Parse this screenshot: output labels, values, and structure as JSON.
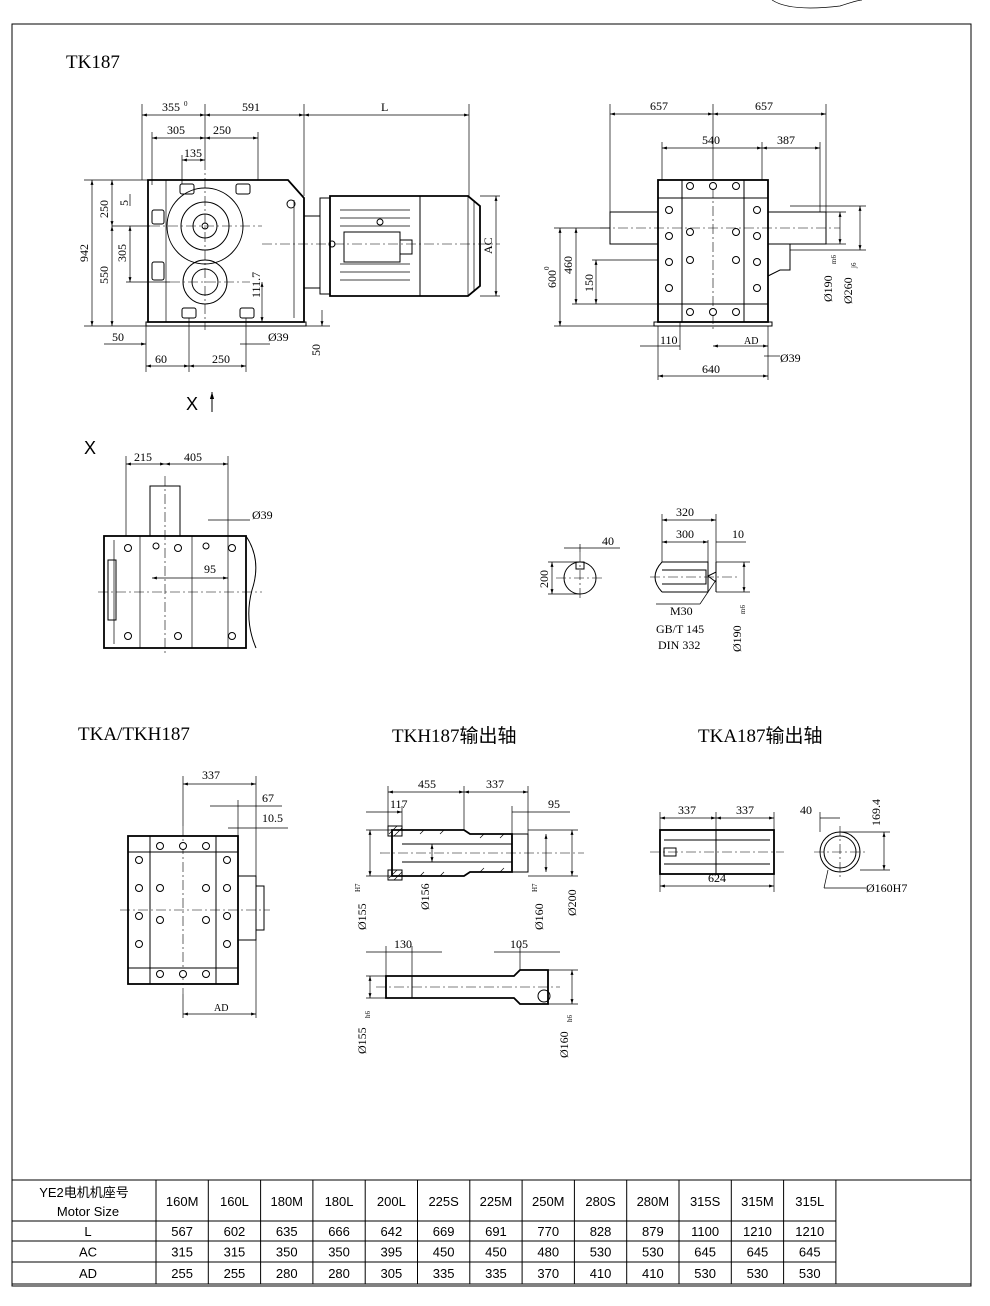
{
  "views": {
    "front_title": "TK187",
    "x_arrow_label": "X",
    "x_view_label": "X",
    "tka_title": "TKA/TKH187",
    "tkh_title": "TKH187输出轴",
    "tka_shaft_title": "TKA187输出轴"
  },
  "dims": {
    "d355": "355",
    "d355_tol": "0",
    "d591": "591",
    "dL": "L",
    "d305": "305",
    "d250a": "250",
    "d135": "135",
    "d250v": "250",
    "d5": "5",
    "d942": "942",
    "d305v": "305",
    "d550": "550",
    "d111_7": "111.7",
    "dAC": "AC",
    "d50h": "50",
    "d60": "60",
    "d250b": "250",
    "d39a": "Ø39",
    "d50v": "50",
    "d657a": "657",
    "d657b": "657",
    "d540": "540",
    "d387": "387",
    "d600": "600",
    "d600_tol": "0",
    "d460": "460",
    "d150": "150",
    "d190m6": "Ø190",
    "m6": "m6",
    "d260j6": "Ø260",
    "j6": "j6",
    "d110": "110",
    "dAD": "AD",
    "d39b": "Ø39",
    "d640": "640",
    "d215": "215",
    "d405": "405",
    "d39c": "Ø39",
    "d95": "95",
    "d40": "40",
    "d200": "200",
    "d320": "320",
    "d300": "300",
    "d10": "10",
    "m30": "M30",
    "gbt": "GB/T 145",
    "din": "DIN 332",
    "d190m6b": "Ø190",
    "m6b": "m6",
    "d337a": "337",
    "d67": "67",
    "d10_5": "10.5",
    "dAD2": "AD",
    "d455": "455",
    "d337b": "337",
    "d117": "117",
    "d95b": "95",
    "d155H7": "Ø155",
    "H7a": "H7",
    "d156": "Ø156",
    "d160H7": "Ø160",
    "H7b": "H7",
    "d200b": "Ø200",
    "d130": "130",
    "d105": "105",
    "d155h6": "Ø155",
    "h6a": "h6",
    "d160h6": "Ø160",
    "h6b": "h6",
    "d337c": "337",
    "d337d": "337",
    "d624": "624",
    "d40b": "40",
    "d169_4": "169.4",
    "d160H7b": "Ø160H7"
  },
  "table": {
    "header_cn": "YE2电机机座号",
    "header_en": "Motor Size",
    "motor_sizes": [
      "160M",
      "160L",
      "180M",
      "180L",
      "200L",
      "225S",
      "225M",
      "250M",
      "280S",
      "280M",
      "315S",
      "315M",
      "315L"
    ],
    "rows": [
      {
        "label": "L",
        "values": [
          "567",
          "602",
          "635",
          "666",
          "642",
          "669",
          "691",
          "770",
          "828",
          "879",
          "1100",
          "1210",
          "1210"
        ]
      },
      {
        "label": "AC",
        "values": [
          "315",
          "315",
          "350",
          "350",
          "395",
          "450",
          "450",
          "480",
          "530",
          "530",
          "645",
          "645",
          "645"
        ]
      },
      {
        "label": "AD",
        "values": [
          "255",
          "255",
          "280",
          "280",
          "305",
          "335",
          "335",
          "370",
          "410",
          "410",
          "530",
          "530",
          "530"
        ]
      }
    ]
  }
}
